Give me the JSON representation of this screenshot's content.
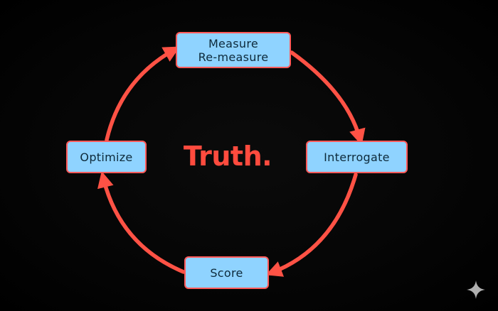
{
  "center_label": "Truth.",
  "nodes": {
    "measure": {
      "line1": "Measure",
      "line2": "Re-measure"
    },
    "interrogate": {
      "label": "Interrogate"
    },
    "score": {
      "label": "Score"
    },
    "optimize": {
      "label": "Optimize"
    }
  },
  "colors": {
    "background": "#000000",
    "arrow": "#ff5245",
    "box_fill": "#8fd3ff",
    "box_border": "#ff5a5a",
    "center_text": "#ff4b3e",
    "box_text": "#0d2a3a"
  },
  "icons": {
    "corner": "sparkle-icon"
  }
}
